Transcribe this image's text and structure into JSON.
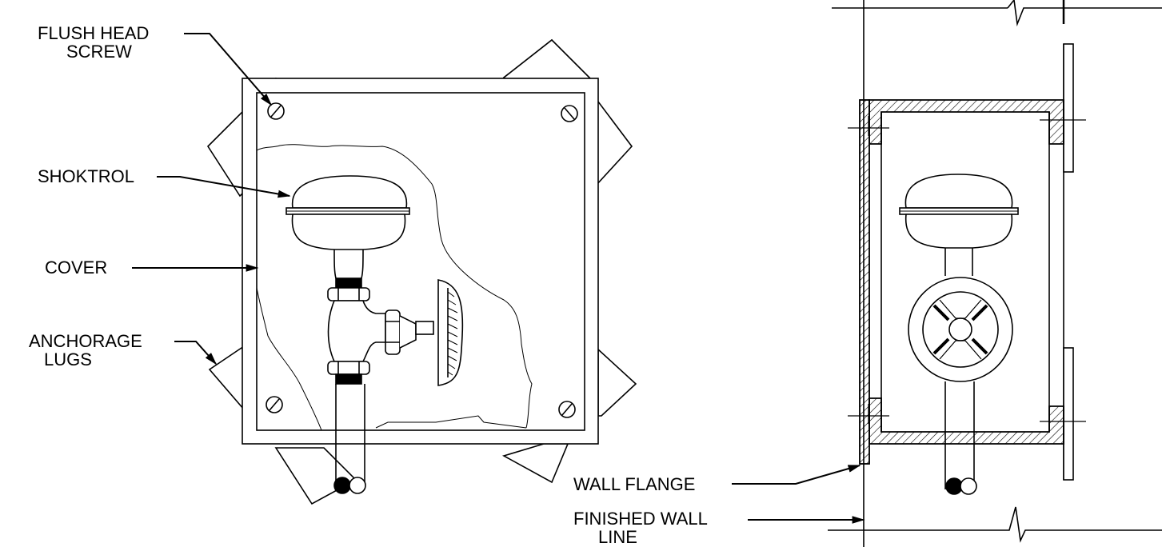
{
  "labels": {
    "flush_head_screw_1": "FLUSH HEAD",
    "flush_head_screw_2": "SCREW",
    "shoktrol": "SHOKTROL",
    "cover": "COVER",
    "anchorage_lugs_1": "ANCHORAGE",
    "anchorage_lugs_2": "LUGS",
    "wall_flange": "WALL FLANGE",
    "finished_wall_line_1": "FINISHED WALL",
    "finished_wall_line_2": "LINE"
  },
  "colors": {
    "line": "#000000",
    "background": "#ffffff"
  }
}
